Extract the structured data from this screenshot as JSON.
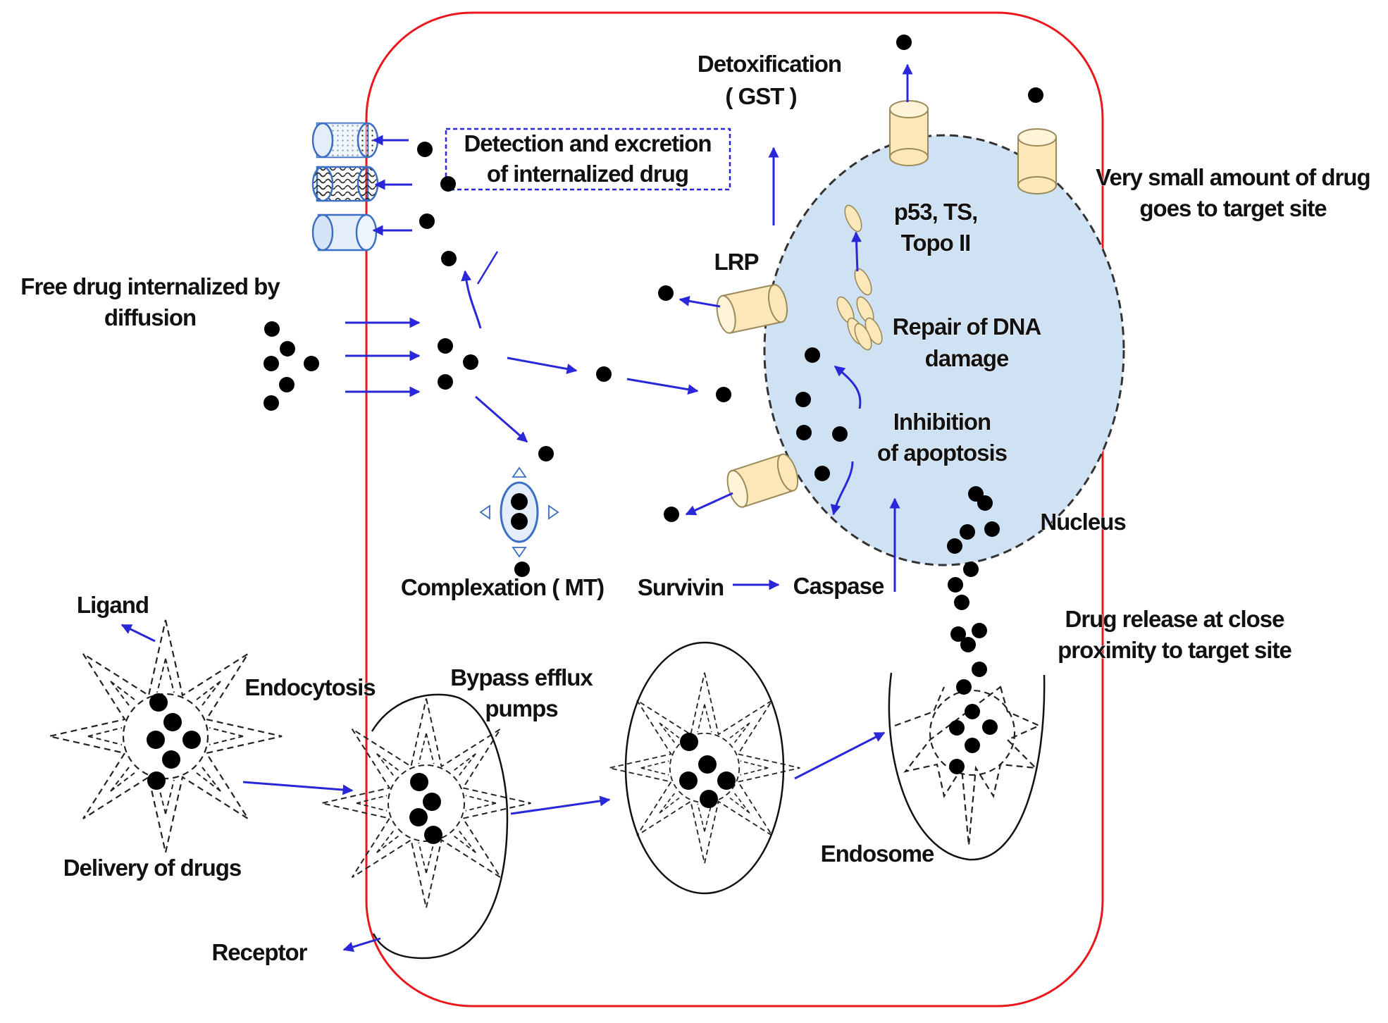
{
  "labels": {
    "detox": "Detoxification",
    "gst": "( GST )",
    "detection_line1": "Detection and excretion",
    "detection_line2": "of internalized drug",
    "very_small_line1": "Very small amount of drug",
    "very_small_line2": "goes to target site",
    "p53_line1": "p53, TS,",
    "p53_line2": "Topo II",
    "lrp": "LRP",
    "free_drug_line1": "Free drug internalized by",
    "free_drug_line2": "diffusion",
    "repair_line1": "Repair of DNA",
    "repair_line2": "damage",
    "inhibition_line1": "Inhibition",
    "inhibition_line2": "of apoptosis",
    "nucleus": "Nucleus",
    "complexation": "Complexation ( MT)",
    "survivin": "Survivin",
    "caspase": "Caspase",
    "ligand": "Ligand",
    "drug_release_line1": "Drug release at close",
    "drug_release_line2": "proximity to target site",
    "endocytosis": "Endocytosis",
    "bypass_line1": "Bypass efflux",
    "bypass_line2": "pumps",
    "endosome": "Endosome",
    "delivery": "Delivery of drugs",
    "receptor": "Receptor"
  },
  "colors": {
    "cell_membrane": "#e8181c",
    "nucleus_fill": "#cfe2f4",
    "arrow": "#2a27d8",
    "pump_fill": "#fbe7b8",
    "pump_stroke": "#9a8a5a",
    "efflux_pump_fill": "#e4eefb",
    "efflux_pump_stroke": "#3a6fc4",
    "drug": "#000000"
  }
}
